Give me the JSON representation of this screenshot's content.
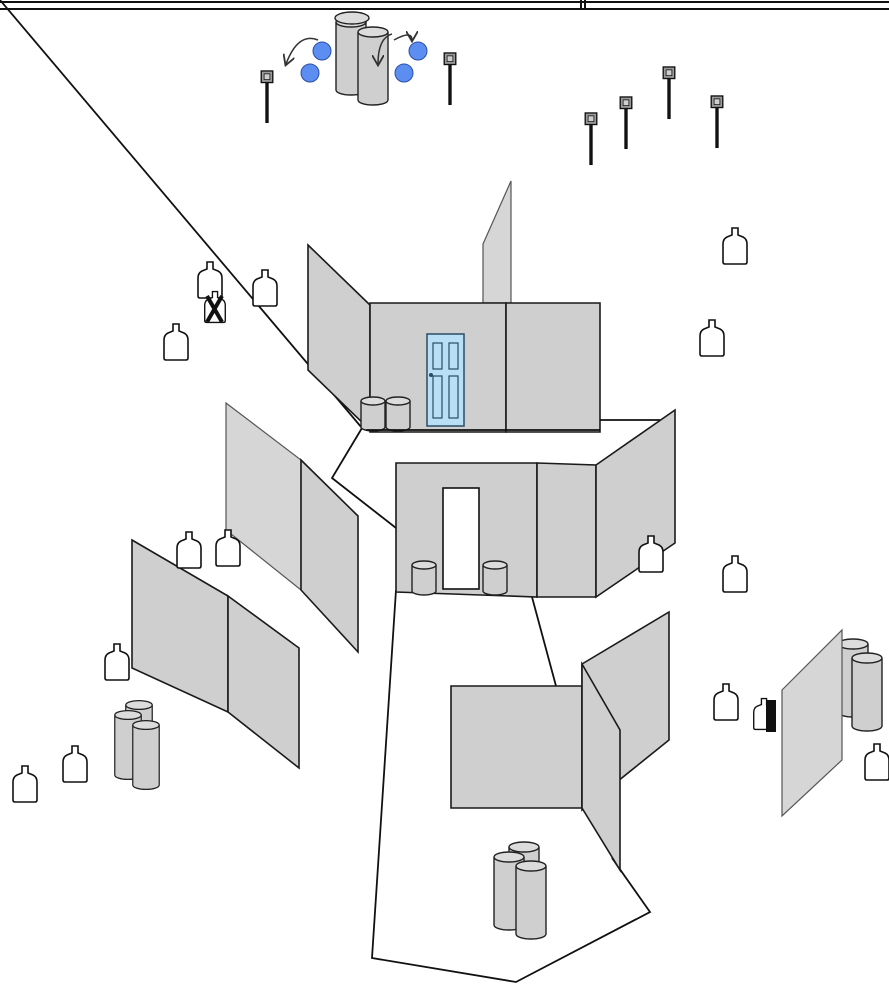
{
  "scene": {
    "colors": {
      "wall": "#cfcfcf",
      "door": "#b9dff5",
      "target_fill": "#ffffff",
      "spinner": "#5b8ef0",
      "stand_head": "#9a9a9a"
    },
    "elements": [
      "top-border-bar",
      "spinning-target-assembly",
      "steel-target-stand",
      "paper-target",
      "no-shoot-target",
      "barrier-wall",
      "door",
      "doorway-opening",
      "barrel",
      "shooting-area-boundary"
    ]
  }
}
